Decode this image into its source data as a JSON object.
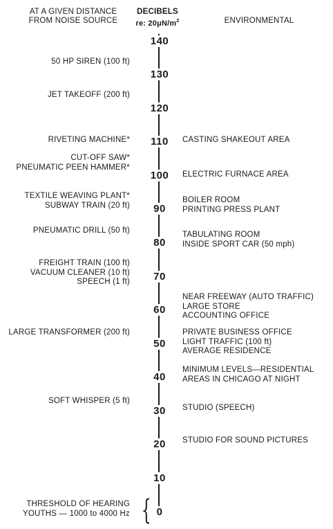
{
  "header": {
    "left_line1": "AT A GIVEN DISTANCE",
    "left_line2": "FROM NOISE SOURCE",
    "middle_line1": "DECIBELS",
    "middle_prefix": "re: 20",
    "middle_mu": "μ",
    "middle_unit": "N/m",
    "middle_exp": "2",
    "right": "ENVIRONMENTAL"
  },
  "scale": {
    "ticks": [
      {
        "label": "140",
        "value": 140
      },
      {
        "label": "130",
        "value": 130
      },
      {
        "label": "120",
        "value": 120
      },
      {
        "label": "110",
        "value": 110
      },
      {
        "label": "100",
        "value": 100
      },
      {
        "label": "90",
        "value": 90
      },
      {
        "label": "80",
        "value": 80
      },
      {
        "label": "70",
        "value": 70
      },
      {
        "label": "60",
        "value": 60
      },
      {
        "label": "50",
        "value": 50
      },
      {
        "label": "40",
        "value": 40
      },
      {
        "label": "30",
        "value": 30
      },
      {
        "label": "20",
        "value": 20
      },
      {
        "label": "10",
        "value": 10
      },
      {
        "label": "0",
        "value": 0
      }
    ]
  },
  "sources": [
    {
      "lines": [
        "50 HP SIREN (100 ft)"
      ]
    },
    {
      "lines": [
        "JET TAKEOFF (200 ft)"
      ]
    },
    {
      "lines": [
        "RIVETING MACHINE*"
      ]
    },
    {
      "lines": [
        "CUT-OFF SAW*",
        "PNEUMATIC PEEN HAMMER*"
      ]
    },
    {
      "lines": [
        "TEXTILE WEAVING PLANT*",
        "SUBWAY TRAIN (20 ft)"
      ]
    },
    {
      "lines": [
        "PNEUMATIC DRILL (50 ft)"
      ]
    },
    {
      "lines": [
        "FREIGHT TRAIN (100 ft)",
        "VACUUM CLEANER (10 ft)",
        "SPEECH (1 ft)"
      ]
    },
    {
      "lines": [
        "LARGE TRANSFORMER (200 ft)"
      ]
    },
    {
      "lines": [
        "SOFT WHISPER (5 ft)"
      ]
    },
    {
      "lines": [
        "THRESHOLD OF HEARING",
        "YOUTHS — 1000 to 4000 Hz"
      ]
    }
  ],
  "environments": [
    {
      "lines": [
        "CASTING SHAKEOUT AREA"
      ]
    },
    {
      "lines": [
        "ELECTRIC FURNACE AREA"
      ]
    },
    {
      "lines": [
        "BOILER ROOM",
        "PRINTING PRESS PLANT"
      ]
    },
    {
      "lines": [
        "TABULATING ROOM",
        "INSIDE SPORT CAR (50 mph)"
      ]
    },
    {
      "lines": [
        "NEAR FREEWAY (AUTO TRAFFIC)",
        "LARGE STORE",
        "ACCOUNTING OFFICE"
      ]
    },
    {
      "lines": [
        "PRIVATE BUSINESS OFFICE",
        "LIGHT TRAFFIC (100 ft)",
        "AVERAGE RESIDENCE"
      ]
    },
    {
      "lines": [
        "MINIMUM LEVELS—RESIDENTIAL",
        "AREAS IN CHICAGO AT NIGHT"
      ]
    },
    {
      "lines": [
        "STUDIO (SPEECH)"
      ]
    },
    {
      "lines": [
        "STUDIO FOR SOUND PICTURES"
      ]
    }
  ]
}
